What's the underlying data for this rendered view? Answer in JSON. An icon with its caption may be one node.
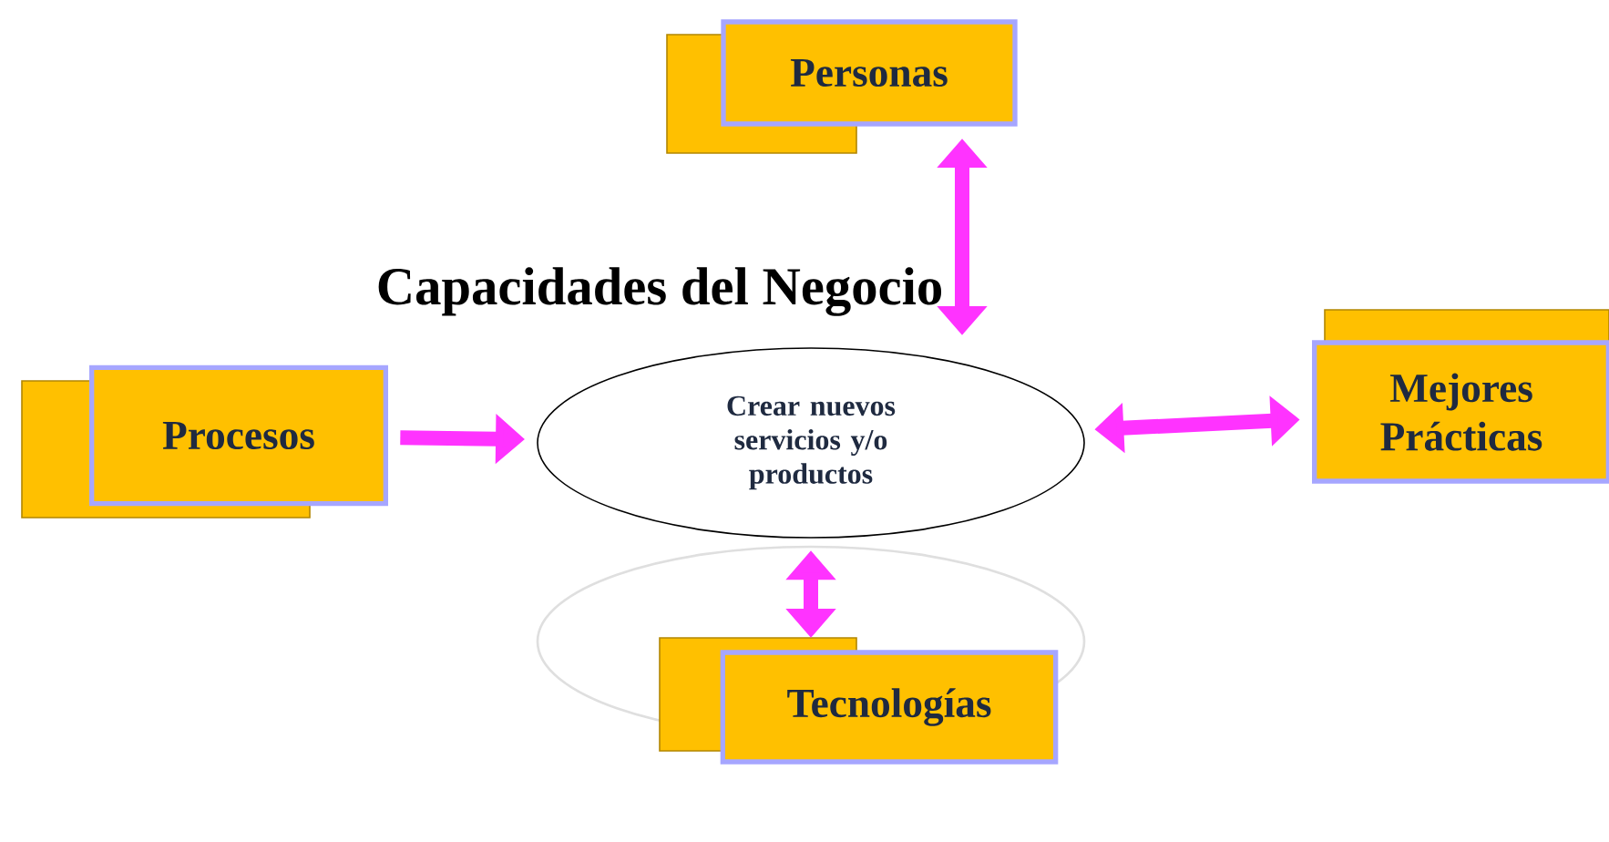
{
  "diagram": {
    "title": "Capacidades del Negocio",
    "nodes": [
      {
        "text": [
          "Personas"
        ]
      },
      {
        "text": [
          "Procesos"
        ]
      },
      {
        "text": [
          "Mejores Prácticas"
        ]
      },
      {
        "text": [
          "Crear nuevos servicios y/o productos"
        ]
      },
      {
        "text": [
          "Tecnologías"
        ]
      }
    ],
    "edges": [
      {
        "from": 1,
        "to": 3,
        "arrow": "to"
      },
      {
        "from": 0,
        "to": 3,
        "arrow": "both"
      },
      {
        "from": 3,
        "to": 2,
        "arrow": "both"
      },
      {
        "from": 3,
        "to": 4,
        "arrow": "both"
      }
    ]
  }
}
